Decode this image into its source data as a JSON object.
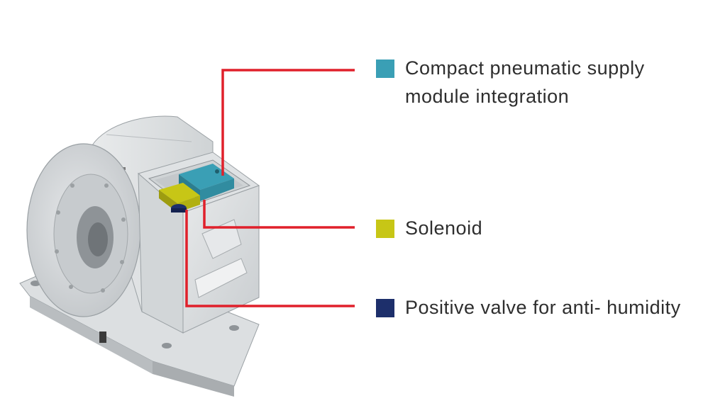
{
  "colors": {
    "leader_line": "#e0202b",
    "housing_light": "#eef0f1",
    "housing_mid": "#d9dcde",
    "housing_dark": "#b4b8bb",
    "housing_edge": "#9aa0a4"
  },
  "legend": [
    {
      "id": "pneumatic",
      "color": "#3a9fb5",
      "lines": [
        "Compact pneumatic supply",
        "module integration"
      ]
    },
    {
      "id": "solenoid",
      "color": "#c7c616",
      "lines": [
        "Solenoid"
      ]
    },
    {
      "id": "valve",
      "color": "#1d2f6b",
      "lines": [
        "Positive valve for anti- humidity"
      ]
    }
  ]
}
